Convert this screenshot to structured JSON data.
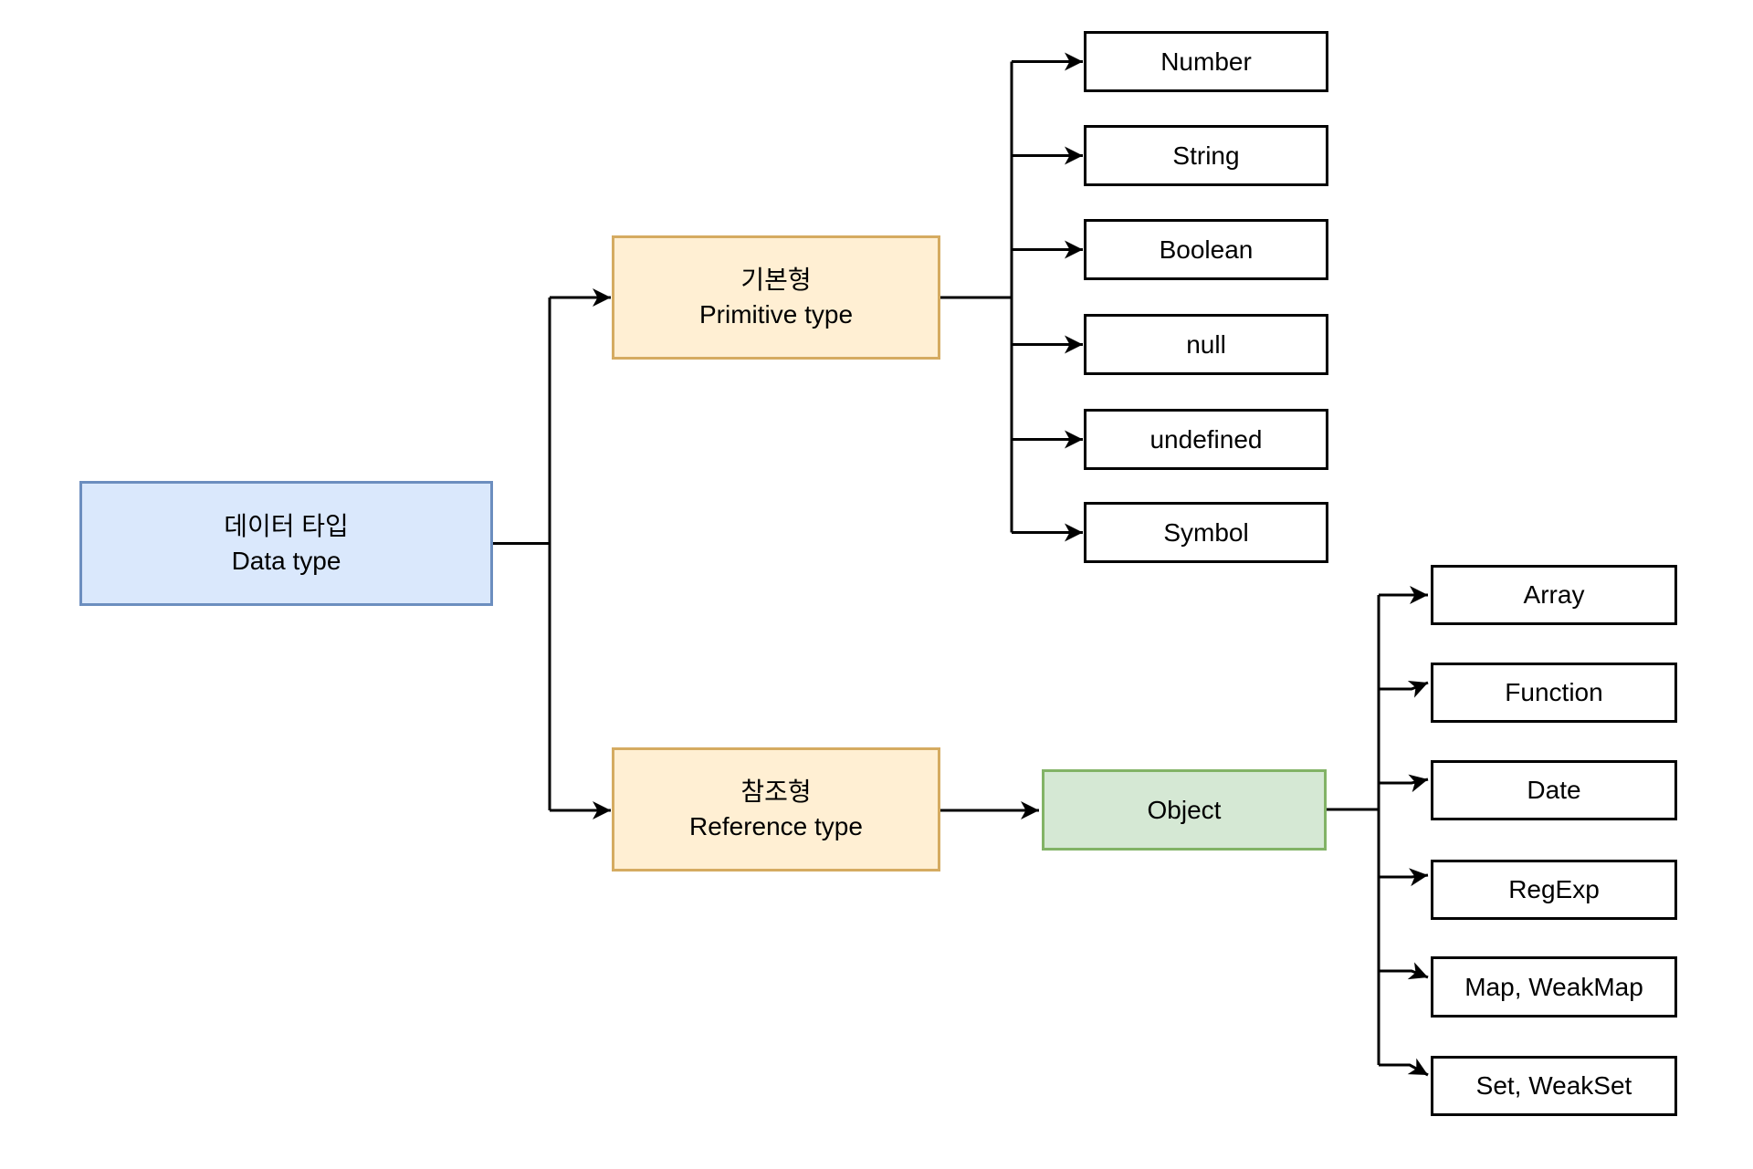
{
  "diagram": {
    "root": {
      "label_ko": "데이터 타입",
      "label_en": "Data type"
    },
    "primitive": {
      "label_ko": "기본형",
      "label_en": "Primitive type"
    },
    "reference": {
      "label_ko": "참조형",
      "label_en": "Reference type"
    },
    "object": {
      "label": "Object"
    },
    "primitive_types": [
      "Number",
      "String",
      "Boolean",
      "null",
      "undefined",
      "Symbol"
    ],
    "object_types": [
      "Array",
      "Function",
      "Date",
      "RegExp",
      "Map, WeakMap",
      "Set, WeakSet"
    ],
    "colors": {
      "root_fill": "#dae8fc",
      "root_stroke": "#6c8ebf",
      "category_fill": "#ffefd3",
      "category_stroke": "#d5ab61",
      "object_fill": "#d5e8d4",
      "object_stroke": "#82b366",
      "leaf_fill": "#ffffff",
      "leaf_stroke": "#000000",
      "connector": "#000000"
    }
  }
}
